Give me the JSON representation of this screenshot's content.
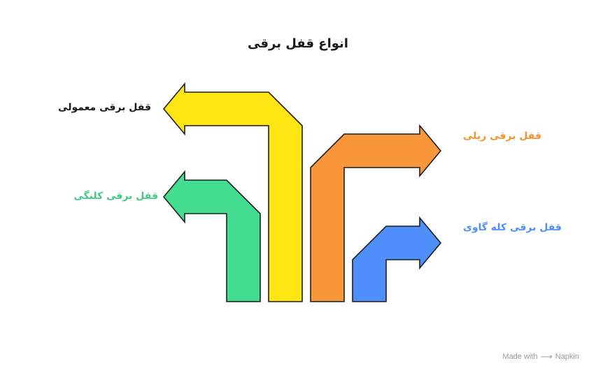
{
  "title": "انواع قفل برقی",
  "items": [
    {
      "label": "قفل برقی معمولی",
      "color": "#FFE612"
    },
    {
      "label": "قفل برقی کلنگی",
      "color": "#42DD91"
    },
    {
      "label": "قفل برقی ریلی",
      "color": "#F89639"
    },
    {
      "label": "قفل برقی کله گاوی",
      "color": "#4E8FF9"
    }
  ],
  "footer": {
    "made_with": "Made with",
    "brand": "Napkin",
    "logo_icon": "napkin-logo-icon"
  }
}
